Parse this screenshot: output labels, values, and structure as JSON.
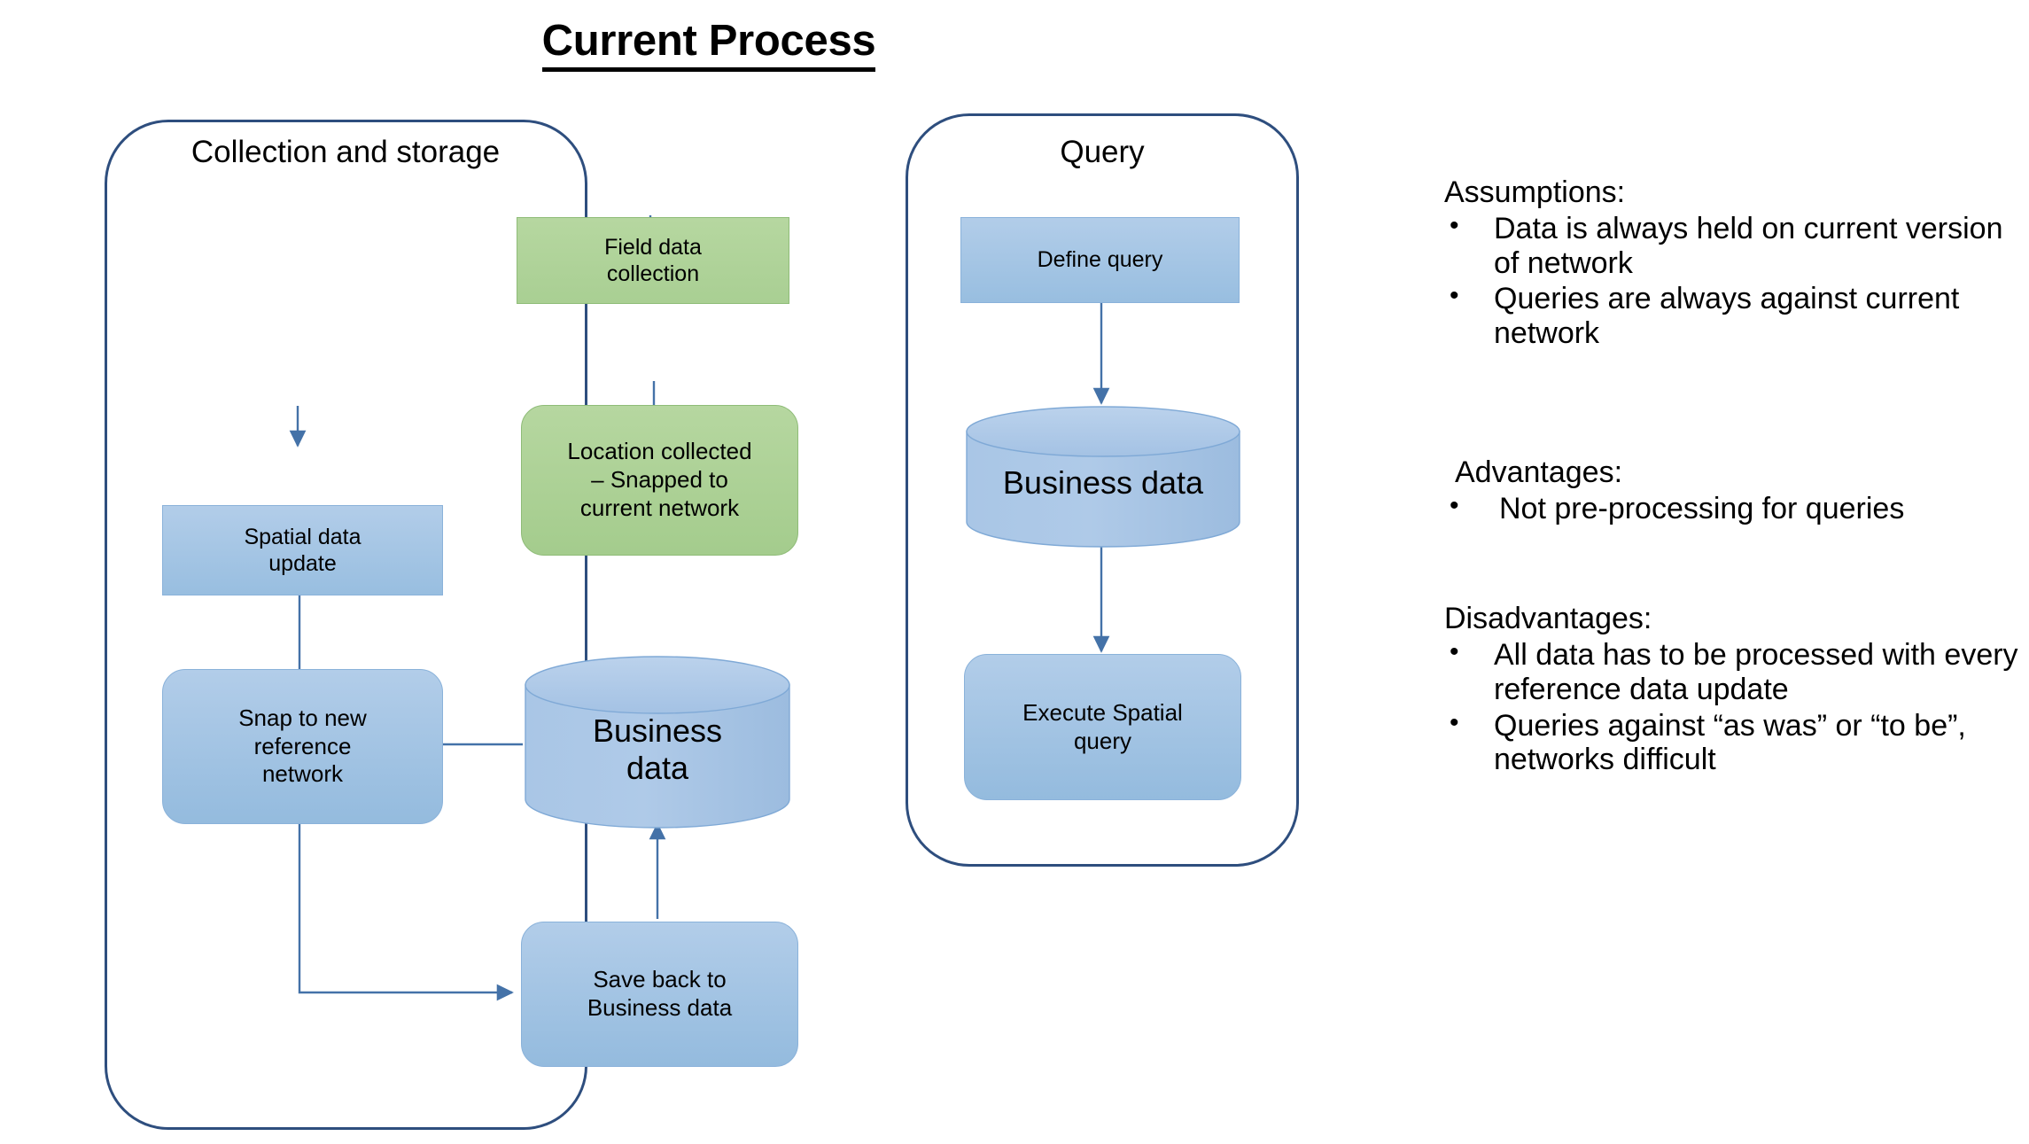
{
  "title": "Current Process",
  "colors": {
    "container_border": "#2E4E7E",
    "green_fill": "#B0D49D",
    "blue_fill": "#A8C5E5",
    "connector": "#4472A8",
    "text": "#000000"
  },
  "groups": [
    {
      "id": "collection",
      "label": "Collection and storage"
    },
    {
      "id": "query",
      "label": "Query"
    }
  ],
  "nodes": {
    "field_data_collection": {
      "label": "Field data\ncollection",
      "shape": "rectangle",
      "color": "green"
    },
    "location_collected": {
      "label": "Location collected\n– Snapped to\ncurrent network",
      "shape": "rounded-rectangle",
      "color": "green"
    },
    "spatial_data_update": {
      "label": "Spatial data\nupdate",
      "shape": "rectangle",
      "color": "blue"
    },
    "snap_to_new_reference_network": {
      "label": "Snap to new\nreference\nnetwork",
      "shape": "rounded-rectangle",
      "color": "blue"
    },
    "business_data_collection": {
      "label": "Business\ndata",
      "shape": "cylinder",
      "color": "blue"
    },
    "save_back_to_business_data": {
      "label": "Save back to\nBusiness data",
      "shape": "rounded-rectangle",
      "color": "blue"
    },
    "define_query": {
      "label": "Define query",
      "shape": "rectangle",
      "color": "blue"
    },
    "business_data_query": {
      "label": "Business data",
      "shape": "cylinder",
      "color": "blue"
    },
    "execute_spatial_query": {
      "label": "Execute Spatial\nquery",
      "shape": "rounded-rectangle",
      "color": "blue"
    }
  },
  "edges": [
    {
      "from": "field_data_collection",
      "to": "location_collected"
    },
    {
      "from": "location_collected",
      "to": "business_data_collection"
    },
    {
      "from": "spatial_data_update",
      "to": "snap_to_new_reference_network"
    },
    {
      "from": "business_data_collection",
      "to": "snap_to_new_reference_network"
    },
    {
      "from": "snap_to_new_reference_network",
      "to": "save_back_to_business_data"
    },
    {
      "from": "save_back_to_business_data",
      "to": "business_data_collection"
    },
    {
      "from": "define_query",
      "to": "business_data_query"
    },
    {
      "from": "business_data_query",
      "to": "execute_spatial_query"
    }
  ],
  "notes": {
    "assumptions": {
      "heading": "Assumptions:",
      "items": [
        "Data is always held on current version of network",
        "Queries are always against current network"
      ]
    },
    "advantages": {
      "heading": "Advantages:",
      "items": [
        "Not pre-processing for queries"
      ]
    },
    "disadvantages": {
      "heading": "Disadvantages:",
      "items": [
        "All data has to be processed with every reference data update",
        "Queries against “as was” or “to be”, networks difficult"
      ]
    },
    "bullet_glyph": "•"
  }
}
